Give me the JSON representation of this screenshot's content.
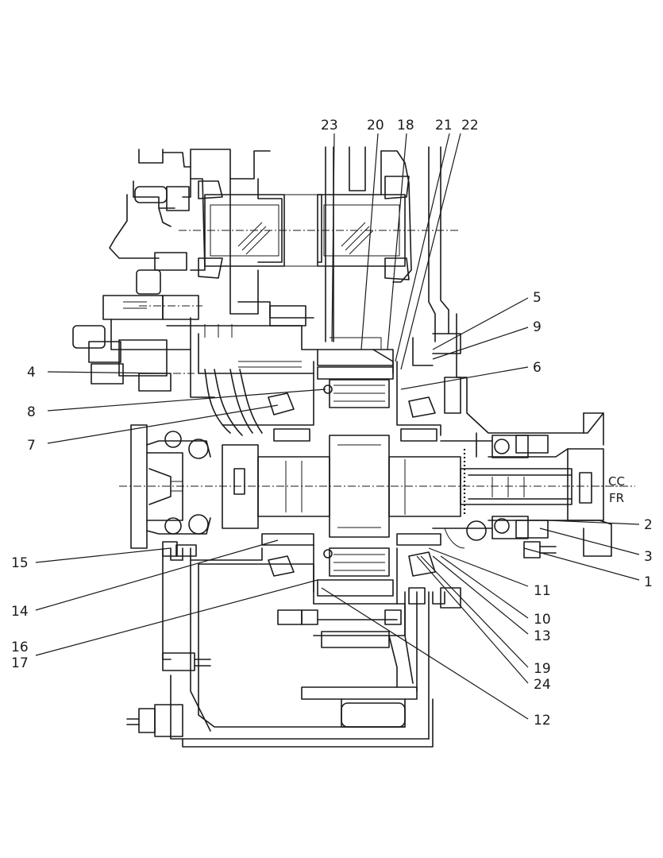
{
  "callouts": {
    "c23": "23",
    "c20": "20",
    "c18": "18",
    "c21": "21",
    "c22": "22",
    "c5": "5",
    "c9": "9",
    "c6": "6",
    "c4": "4",
    "c8": "8",
    "c7": "7",
    "c2": "2",
    "c3": "3",
    "c1": "1",
    "c15": "15",
    "c11": "11",
    "c14": "14",
    "c10": "10",
    "c13": "13",
    "c16": "16",
    "c17": "17",
    "c19": "19",
    "c24": "24",
    "c12": "12"
  },
  "rotation_marks": {
    "symbols": "CC",
    "letters": "FR"
  }
}
